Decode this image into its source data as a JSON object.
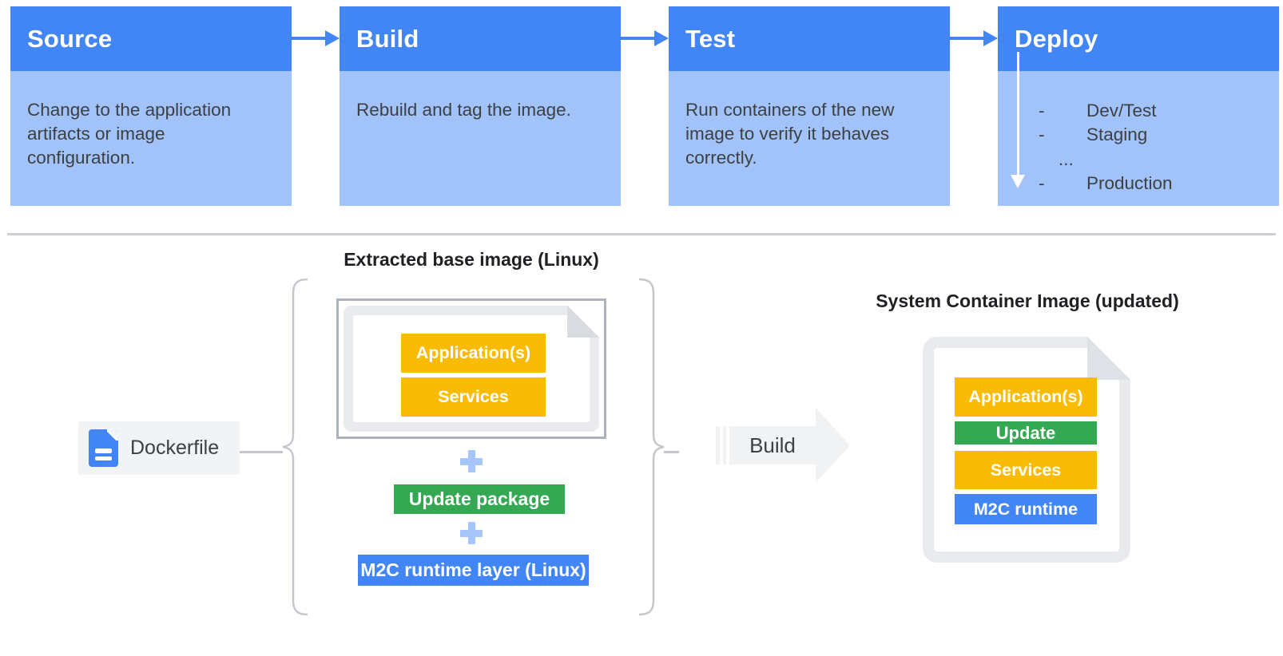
{
  "pipeline": {
    "stages": [
      {
        "title": "Source",
        "description": "Change to the application artifacts or image configuration."
      },
      {
        "title": "Build",
        "description": "Rebuild and tag the image."
      },
      {
        "title": "Test",
        "description": "Run containers of the new image to verify it behaves correctly."
      },
      {
        "title": "Deploy",
        "items": [
          {
            "bullet": "-",
            "label": "Dev/Test"
          },
          {
            "bullet": "-",
            "label": "Staging"
          },
          {
            "bullet": "",
            "label": "..."
          },
          {
            "bullet": "-",
            "label": "Production"
          }
        ]
      }
    ]
  },
  "build_flow": {
    "dockerfile_label": "Dockerfile",
    "plus_sign": "+",
    "base_image": {
      "title": "Extracted base image (Linux)",
      "layers": [
        "Application(s)",
        "Services"
      ]
    },
    "update_package_label": "Update package",
    "runtime_layer_label": "M2C runtime layer (Linux)",
    "build_arrow_label": "Build",
    "result_image": {
      "title": "System Container Image (updated)",
      "layers": [
        {
          "label": "Application(s)",
          "color": "#FABB05"
        },
        {
          "label": "Update",
          "color": "#34A853"
        },
        {
          "label": "Services",
          "color": "#FABB05"
        },
        {
          "label": "M2C runtime",
          "color": "#4285F4"
        }
      ]
    }
  },
  "colors": {
    "stage_header_blue": "#4285F4",
    "stage_body_blue": "#A2C3FA",
    "arrow_blue": "#4285F4",
    "plus_light_blue": "#A5C5FB",
    "yellow": "#FABB05",
    "green": "#34A853",
    "blue": "#4285F4",
    "doc_gray": "#E8EAED",
    "chip_gray": "#F1F3F4",
    "text_dark": "#3C4043"
  }
}
